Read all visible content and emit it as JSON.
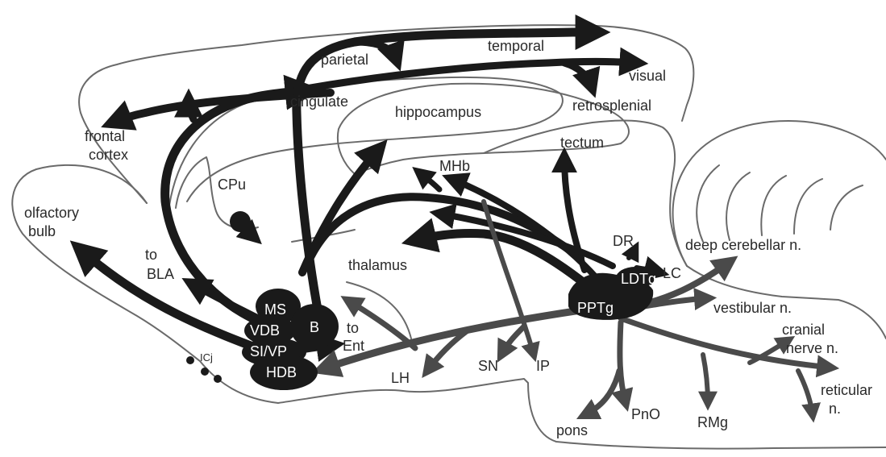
{
  "labels": {
    "frontal_cortex_1": "frontal",
    "frontal_cortex_2": "cortex",
    "parietal": "parietal",
    "temporal": "temporal",
    "visual": "visual",
    "retrosplenial": "retrosplenial",
    "cingulate": "cingulate",
    "hippocampus": "hippocampus",
    "tectum": "tectum",
    "cpu": "CPu",
    "mhb": "MHb",
    "olfactory_bulb_1": "olfactory",
    "olfactory_bulb_2": "bulb",
    "to_bla_1": "to",
    "to_bla_2": "BLA",
    "thalamus": "thalamus",
    "dr": "DR",
    "deep_cerebellar": "deep cerebellar n.",
    "ldtg": "LDTg",
    "lc": "LC",
    "ms": "MS",
    "vdb": "VDB",
    "b": "B",
    "si_vp": "SI/VP",
    "hdb": "HDB",
    "to_ent_1": "to",
    "to_ent_2": "Ent",
    "pptg": "PPTg",
    "vestibular": "vestibular n.",
    "cranial_nerve_1": "cranial",
    "cranial_nerve_2": "nerve n.",
    "reticular_1": "reticular",
    "reticular_2": "n.",
    "icj": "ICj",
    "lh": "LH",
    "sn": "SN",
    "ip": "IP",
    "pons": "pons",
    "pno": "PnO",
    "rmg": "RMg"
  }
}
